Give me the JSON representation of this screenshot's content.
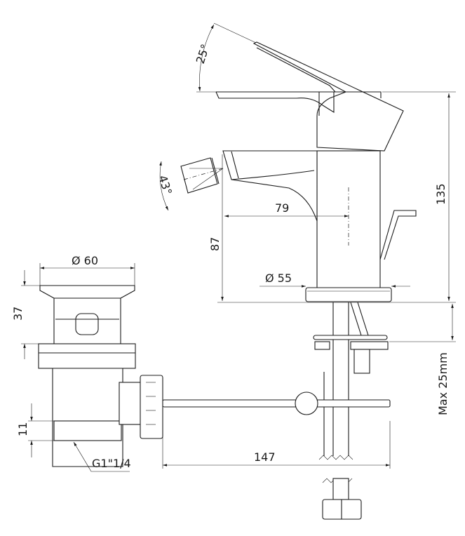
{
  "dimensions": {
    "lever_angle": "25°",
    "nozzle_angle": "43°",
    "spout_reach": "79",
    "spout_height": "87",
    "total_height": "135",
    "base_diameter": "Ø 55",
    "waste_diameter": "Ø 60",
    "waste_height": "37",
    "thread_length": "11",
    "thread_size": "G1\"1/4",
    "rod_length": "147",
    "max_thickness": "Max 25mm"
  },
  "colors": {
    "line": "#1a1a1a",
    "background": "#ffffff"
  }
}
